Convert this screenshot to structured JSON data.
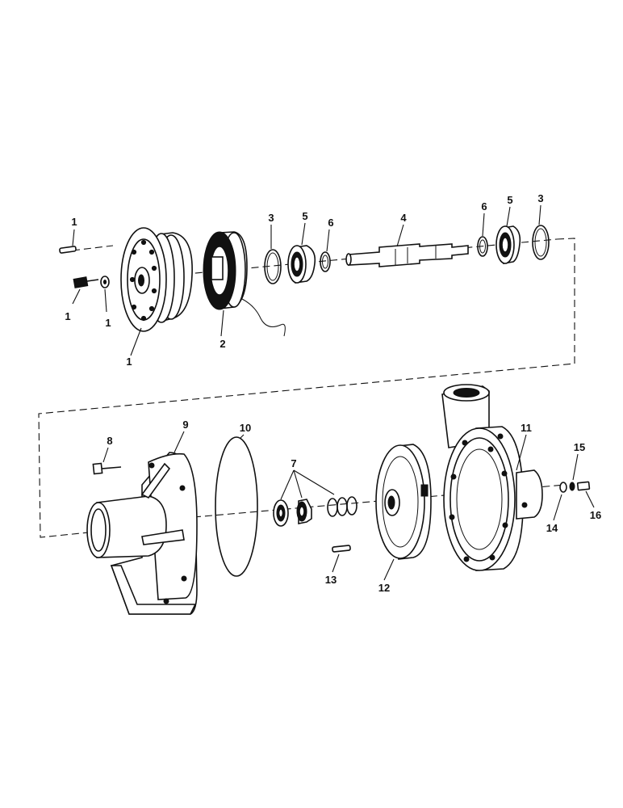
{
  "callouts": {
    "c1a": "1",
    "c1b": "1",
    "c1c": "1",
    "c1d": "1",
    "c2": "2",
    "c3a": "3",
    "c3b": "3",
    "c4": "4",
    "c5a": "5",
    "c5b": "5",
    "c6a": "6",
    "c6b": "6",
    "c7": "7",
    "c8": "8",
    "c9": "9",
    "c10": "10",
    "c11": "11",
    "c12": "12",
    "c13": "13",
    "c14": "14",
    "c15": "15",
    "c16": "16"
  }
}
